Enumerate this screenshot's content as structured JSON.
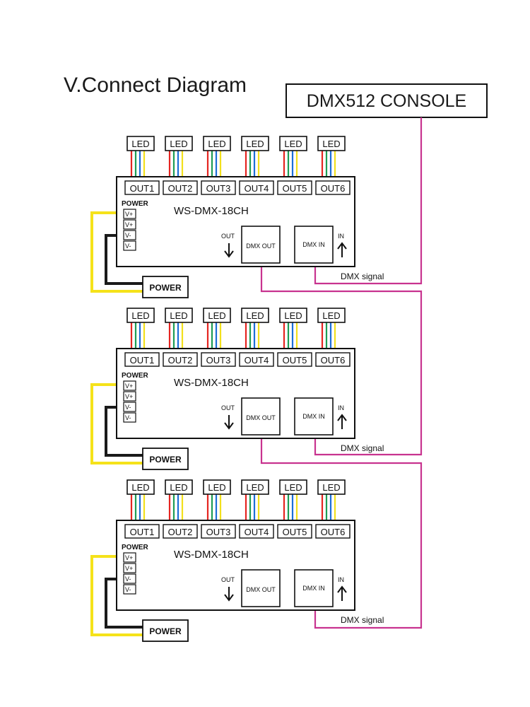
{
  "title": "V.Connect Diagram",
  "console_label": "DMX512 CONSOLE",
  "signal_label": "DMX  signal",
  "colors": {
    "dmx_line": "#c8338f",
    "power_positive": "#f5e21a",
    "power_negative": "#1a1a1a",
    "wire_red": "#e52521",
    "wire_green": "#1f9d55",
    "wire_blue": "#1d6fd6",
    "wire_yellow": "#f2e01c"
  },
  "controllers": [
    {
      "model": "WS-DMX-18CH",
      "leds": [
        "LED",
        "LED",
        "LED",
        "LED",
        "LED",
        "LED"
      ],
      "outputs": [
        "OUT1",
        "OUT2",
        "OUT3",
        "OUT4",
        "OUT5",
        "OUT6"
      ],
      "power_label": "POWER",
      "terminals": [
        "V+",
        "V+",
        "V-",
        "V-"
      ],
      "dmx_out": "DMX OUT",
      "dmx_in": "DMX IN",
      "out_label": "OUT",
      "in_label": "IN",
      "power_box": "POWER"
    },
    {
      "model": "WS-DMX-18CH",
      "leds": [
        "LED",
        "LED",
        "LED",
        "LED",
        "LED",
        "LED"
      ],
      "outputs": [
        "OUT1",
        "OUT2",
        "OUT3",
        "OUT4",
        "OUT5",
        "OUT6"
      ],
      "power_label": "POWER",
      "terminals": [
        "V+",
        "V+",
        "V-",
        "V-"
      ],
      "dmx_out": "DMX OUT",
      "dmx_in": "DMX IN",
      "out_label": "OUT",
      "in_label": "IN",
      "power_box": "POWER"
    },
    {
      "model": "WS-DMX-18CH",
      "leds": [
        "LED",
        "LED",
        "LED",
        "LED",
        "LED",
        "LED"
      ],
      "outputs": [
        "OUT1",
        "OUT2",
        "OUT3",
        "OUT4",
        "OUT5",
        "OUT6"
      ],
      "power_label": "POWER",
      "terminals": [
        "V+",
        "V+",
        "V-",
        "V-"
      ],
      "dmx_out": "DMX OUT",
      "dmx_in": "DMX IN",
      "out_label": "OUT",
      "in_label": "IN",
      "power_box": "POWER"
    }
  ]
}
